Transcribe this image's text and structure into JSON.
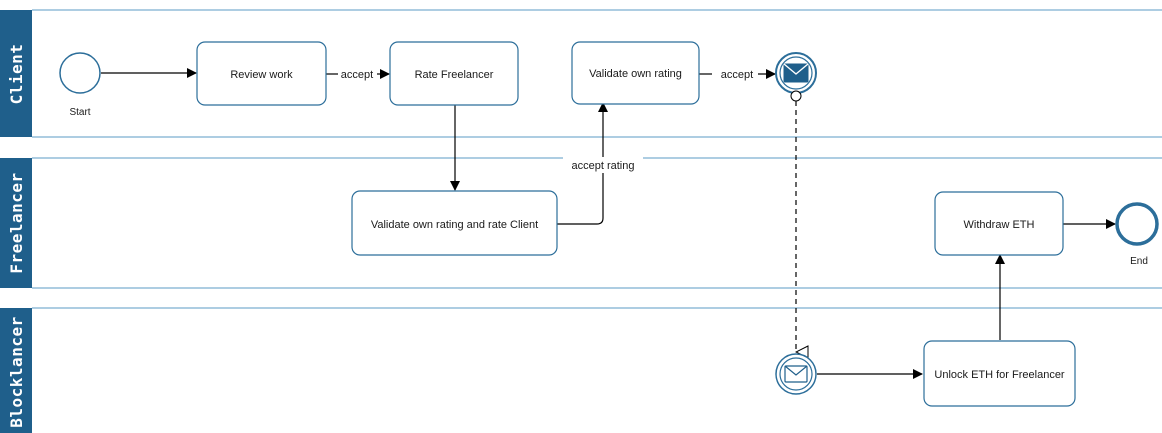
{
  "lanes": {
    "client": "Client",
    "freelancer": "Freelancer",
    "blocklancer": "Blocklancer"
  },
  "tasks": {
    "review_work": "Review work",
    "rate_freelancer": "Rate Freelancer",
    "validate_own_rating": "Validate own rating",
    "validate_and_rate_client": "Validate own rating and rate Client",
    "withdraw_eth": "Withdraw ETH",
    "unlock_eth": "Unlock ETH for Freelancer"
  },
  "events": {
    "start": "Start",
    "end": "End"
  },
  "flows": {
    "accept_1": "accept",
    "accept_2": "accept",
    "accept_rating": "accept rating"
  },
  "colors": {
    "lane_header": "#1f5f8b",
    "lane_line": "#5b9bc4",
    "task_border": "#2c6e9a",
    "event_border": "#2c6e9a",
    "envelope_fill": "#1f5f8b"
  }
}
